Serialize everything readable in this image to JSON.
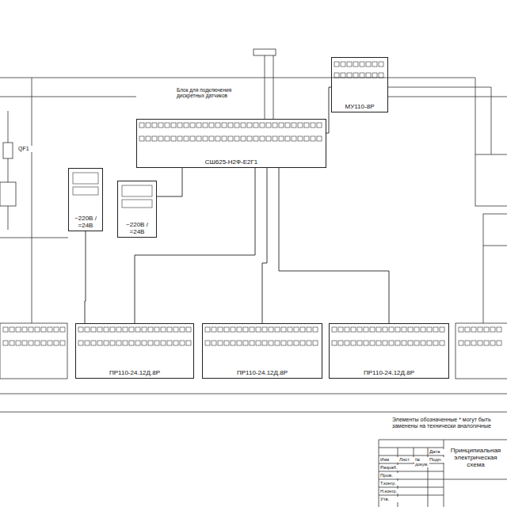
{
  "diagram": {
    "title": "Принципиальная электрическая схема",
    "nodes": [
      {
        "text": [
          "СШ625-Н2Ф-Е2Г1"
        ]
      },
      {
        "text": [
          "МУ110-8Р"
        ]
      },
      {
        "text": [
          "~220В / =24В"
        ]
      },
      {
        "text": [
          "~220В / =24В"
        ]
      },
      {
        "text": [
          "ПР110-24.12Д.8Р"
        ]
      },
      {
        "text": [
          "ПР110-24.12Д.8Р"
        ]
      },
      {
        "text": [
          "ПР110-24.12Д.8Р"
        ]
      }
    ],
    "edges": [
      {
        "from": 0,
        "to": 1,
        "arrow": "none"
      },
      {
        "from": 3,
        "to": 0,
        "arrow": "none"
      },
      {
        "from": 0,
        "to": 4,
        "arrow": "none"
      },
      {
        "from": 0,
        "to": 5,
        "arrow": "none"
      },
      {
        "from": 0,
        "to": 6,
        "arrow": "none"
      },
      {
        "from": 2,
        "to": 4,
        "arrow": "none"
      }
    ],
    "labels": [
      "Элементы обозначенные * могут быть заменены на технически аналогичные",
      "Изм",
      "Лист",
      "№ докум.",
      "Подп.",
      "Дата",
      "Разраб.",
      "Пров.",
      "Т.контр.",
      "Н.контр.",
      "Утв.",
      "Блок для подключения дискретных датчиков",
      "QF1"
    ]
  }
}
